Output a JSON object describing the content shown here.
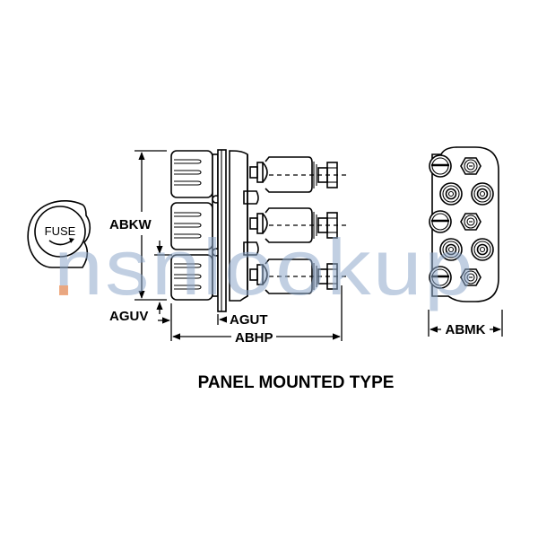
{
  "diagram": {
    "title": "PANEL MOUNTED TYPE",
    "fuse_symbol": {
      "label": "FUSE"
    },
    "dimensions": {
      "height": "ABKW",
      "offset": "AGUV",
      "panel_thickness": "AGUT",
      "length": "ABHP",
      "width": "ABMK"
    },
    "views": [
      "side-view",
      "end-view"
    ]
  },
  "watermark": {
    "text": "nsnlookup",
    "color": "#8fa9cc",
    "accent": "#f0a070"
  }
}
